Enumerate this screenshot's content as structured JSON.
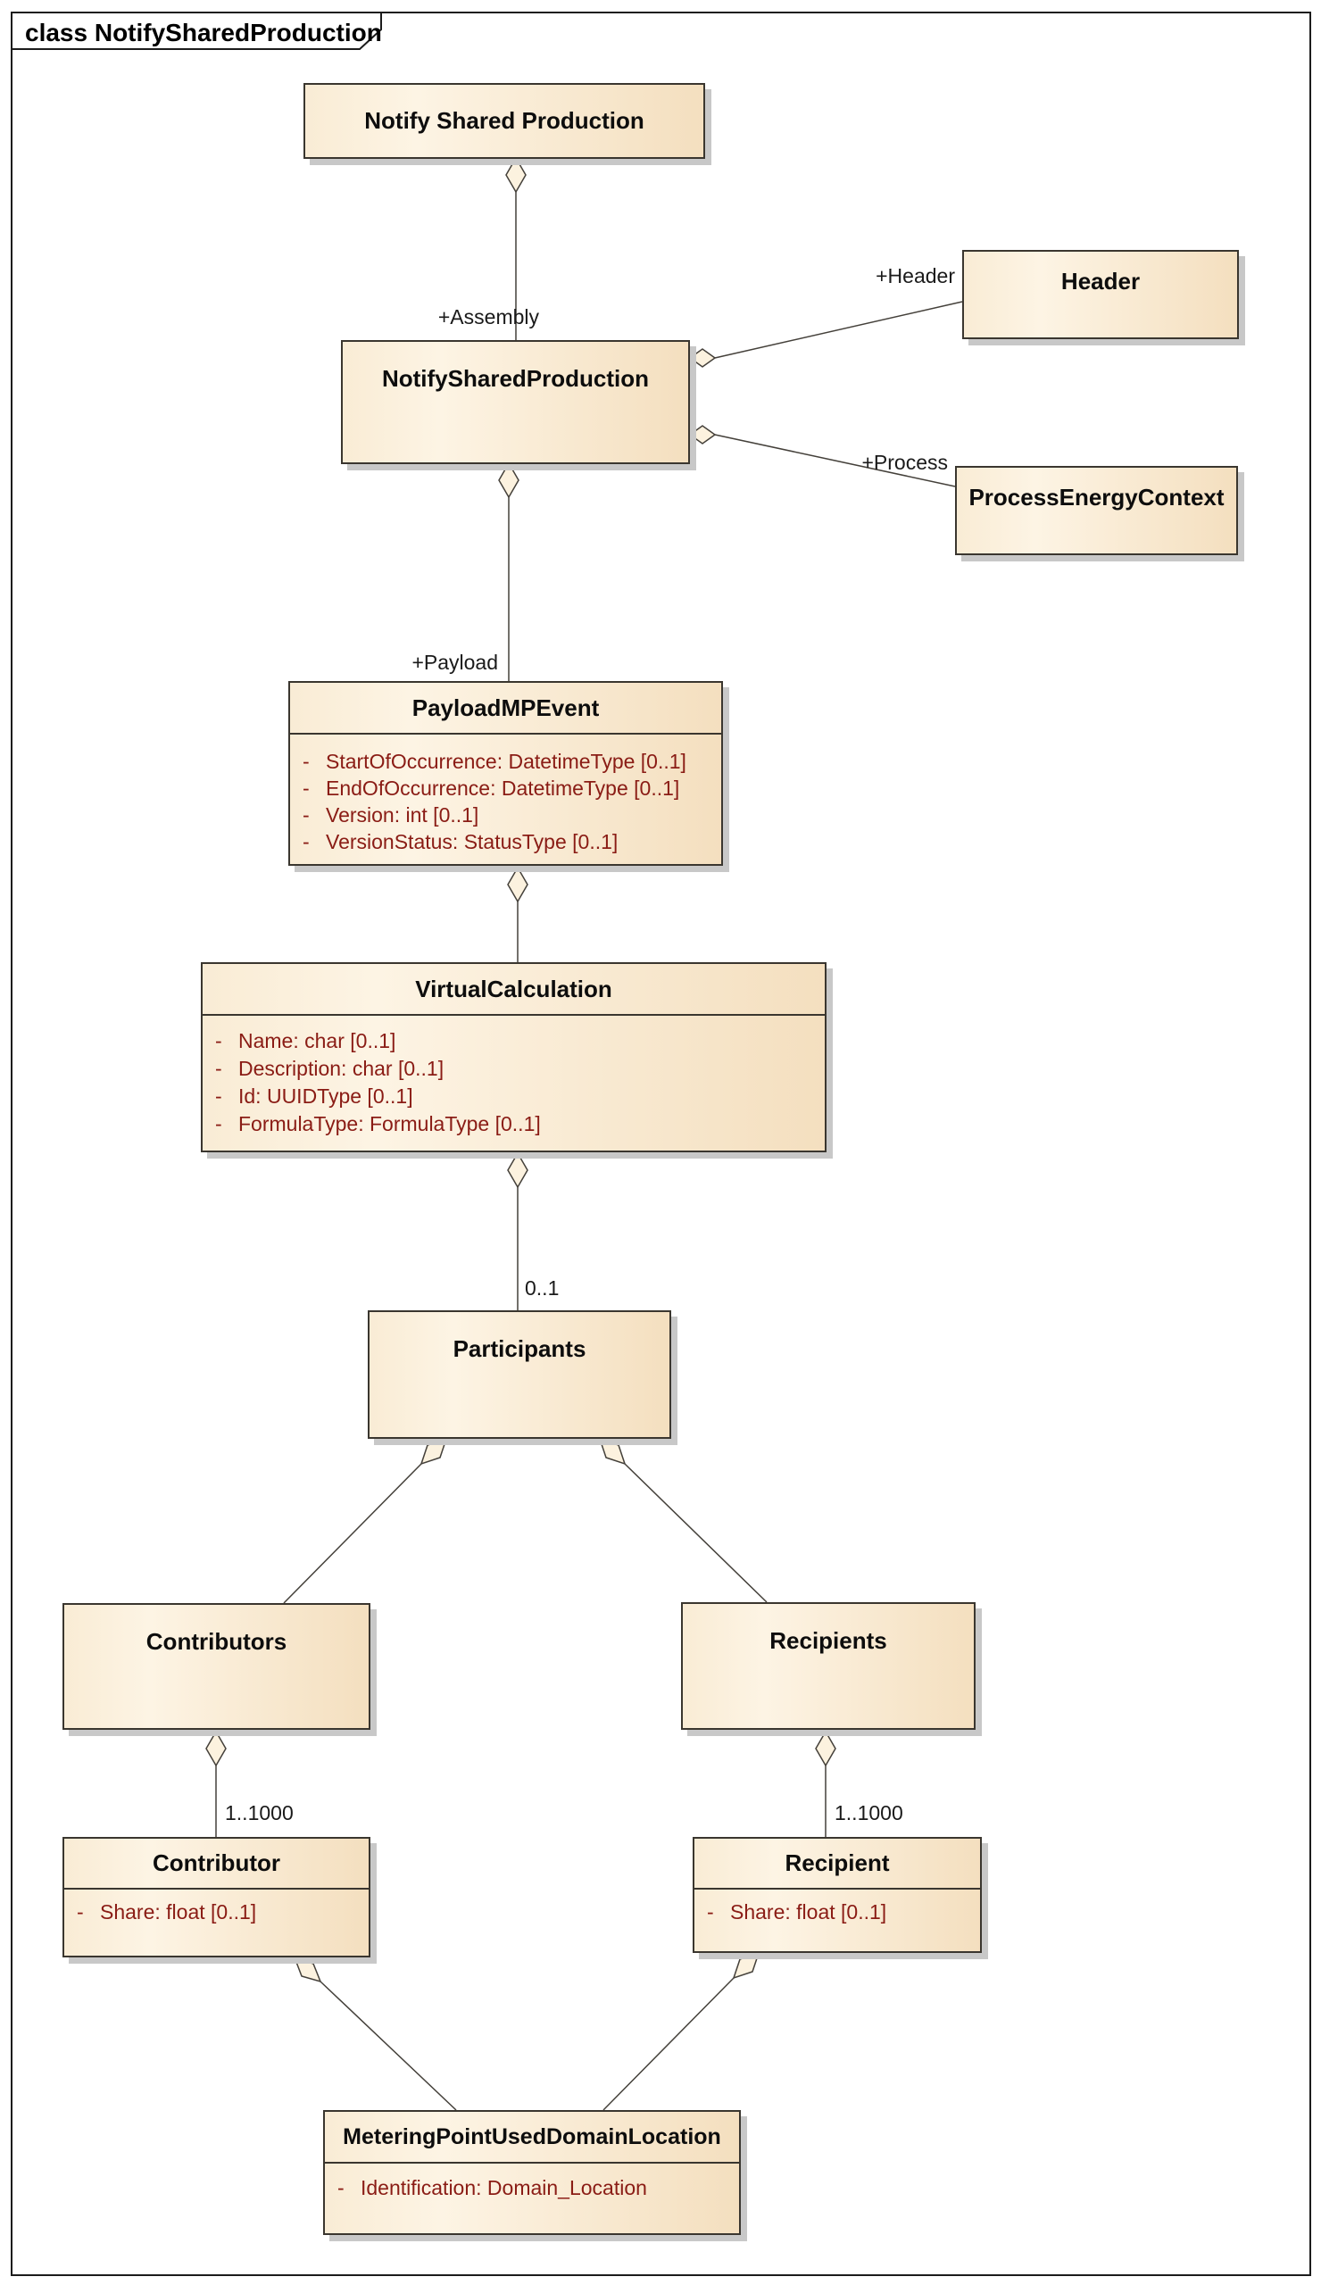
{
  "frame": {
    "title": "class NotifySharedProduction"
  },
  "bullet": "-",
  "classes": {
    "notify_shared_production": {
      "name": "Notify Shared Production"
    },
    "notifysharedproduction": {
      "name": "NotifySharedProduction"
    },
    "header": {
      "name": "Header"
    },
    "process_energy_context": {
      "name": "ProcessEnergyContext"
    },
    "payload_mp_event": {
      "name": "PayloadMPEvent",
      "attributes": [
        "StartOfOccurrence: DatetimeType [0..1]",
        "EndOfOccurrence: DatetimeType [0..1]",
        "Version: int [0..1]",
        "VersionStatus: StatusType [0..1]"
      ]
    },
    "virtual_calculation": {
      "name": "VirtualCalculation",
      "attributes": [
        "Name: char [0..1]",
        "Description: char [0..1]",
        "Id: UUIDType [0..1]",
        "FormulaType: FormulaType [0..1]"
      ]
    },
    "participants": {
      "name": "Participants"
    },
    "contributors": {
      "name": "Contributors"
    },
    "recipients": {
      "name": "Recipients"
    },
    "contributor": {
      "name": "Contributor",
      "attributes": [
        "Share: float [0..1]"
      ]
    },
    "recipient": {
      "name": "Recipient",
      "attributes": [
        "Share: float [0..1]"
      ]
    },
    "metering_point_used_domain_location": {
      "name": "MeteringPointUsedDomainLocation",
      "attributes": [
        "Identification: Domain_Location"
      ]
    }
  },
  "connector_labels": {
    "assembly": "+Assembly",
    "header": "+Header",
    "process": "+Process",
    "payload": "+Payload",
    "participants_multiplicity": "0..1",
    "contributor_multiplicity": "1..1000",
    "recipient_multiplicity": "1..1000"
  },
  "colors": {
    "box_fill_light": "#fdf4e4",
    "box_fill_dark": "#f4dfbf",
    "box_border": "#3a362f",
    "attribute_text": "#8a1c15",
    "shadow": "#c8c8c8",
    "connector_line": "#44403a",
    "frame_border": "#1c1c1c"
  }
}
